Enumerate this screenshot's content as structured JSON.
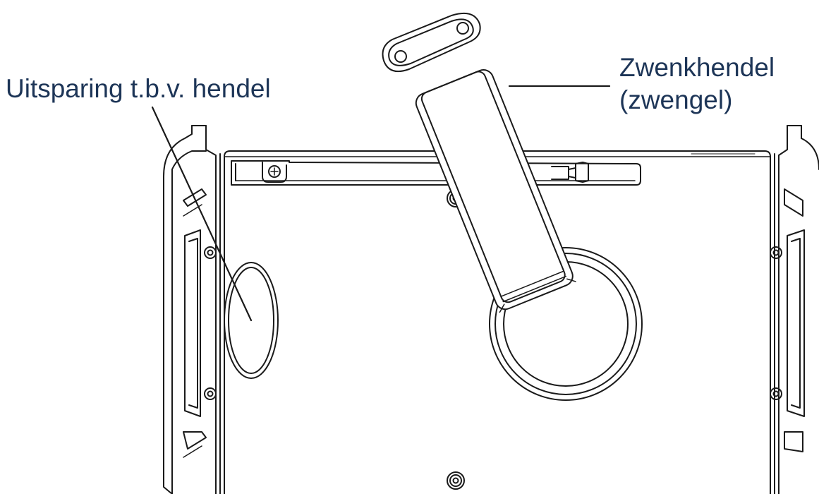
{
  "labels": {
    "recess": "Uitsparing t.b.v. hendel",
    "crank_line1": "Zwenkhendel",
    "crank_line2": "(zwengel)"
  },
  "colors": {
    "label_text": "#1d3557",
    "drawing_line": "#1a1a1a",
    "leader_line": "#1a1a1a",
    "background": "#ffffff"
  }
}
